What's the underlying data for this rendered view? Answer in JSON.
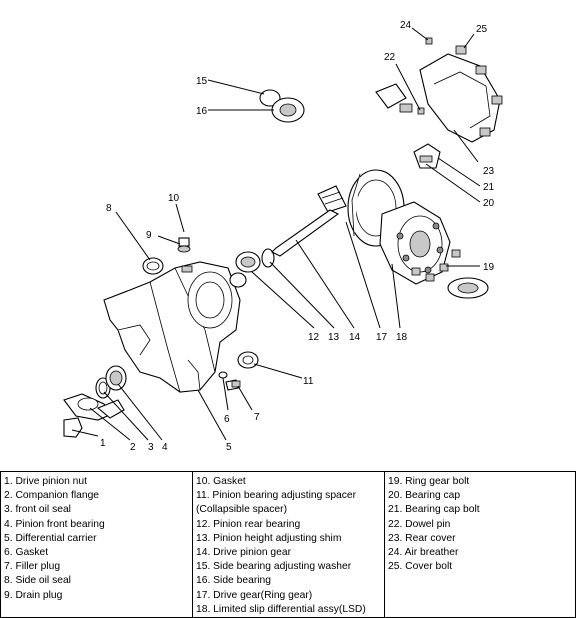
{
  "callouts": [
    "1",
    "2",
    "3",
    "4",
    "5",
    "6",
    "7",
    "8",
    "9",
    "10",
    "11",
    "12",
    "13",
    "14",
    "15",
    "16",
    "17",
    "18",
    "19",
    "20",
    "21",
    "22",
    "23",
    "24",
    "25"
  ],
  "legend": {
    "columns": [
      [
        "1. Drive pinion nut",
        "2. Companion flange",
        "3. front oil seal",
        "4. Pinion front bearing",
        "5. Differential carrier",
        "6. Gasket",
        "7. Filler plug",
        "8. Side oil seal",
        "9. Drain plug"
      ],
      [
        "10. Gasket",
        "11. Pinion bearing adjusting spacer",
        "(Collapsible spacer)",
        "12. Pinion rear bearing",
        "13. Pinion height adjusting shim",
        "14. Drive pinion gear",
        "15. Side bearing adjusting washer",
        "16. Side bearing",
        "17. Drive gear(Ring gear)",
        "18. Limited slip differential assy(LSD)"
      ],
      [
        "19. Ring gear bolt",
        "20. Bearing cap",
        "21. Bearing cap bolt",
        "22. Dowel pin",
        "23. Rear cover",
        "24. Air breather",
        "25. Cover bolt"
      ]
    ]
  }
}
